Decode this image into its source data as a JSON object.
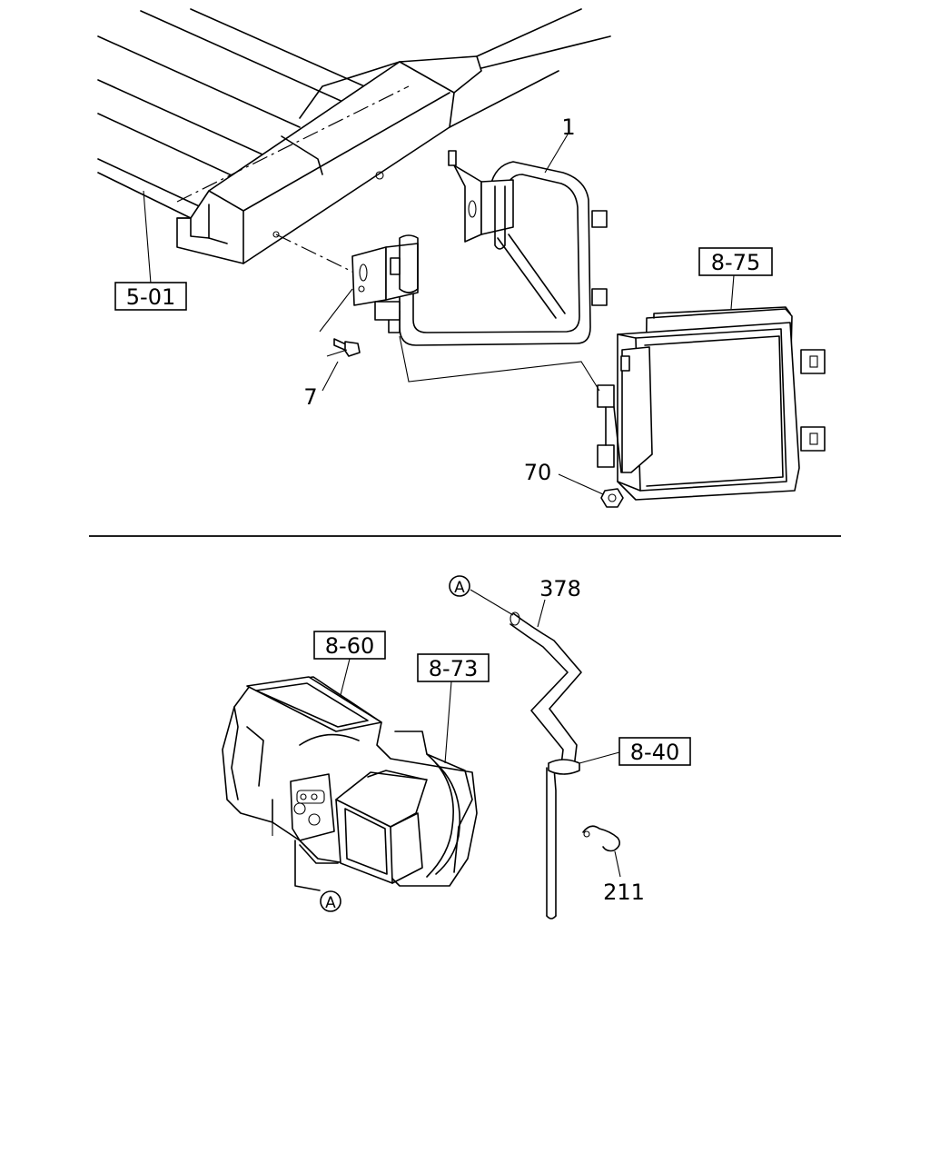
{
  "callouts": {
    "frame_ref": "5-01",
    "bracket": "1",
    "bolt": "7",
    "condenser_ref": "8-75",
    "nut": "70",
    "heater_unit_ref": "8-60",
    "blower_ref": "8-73",
    "drain_hose": "378",
    "clamp_ref": "8-40",
    "clip": "211",
    "connection_marker_top": "A",
    "connection_marker_bottom": "A"
  },
  "colors": {
    "line": "#000000",
    "background": "#ffffff"
  }
}
